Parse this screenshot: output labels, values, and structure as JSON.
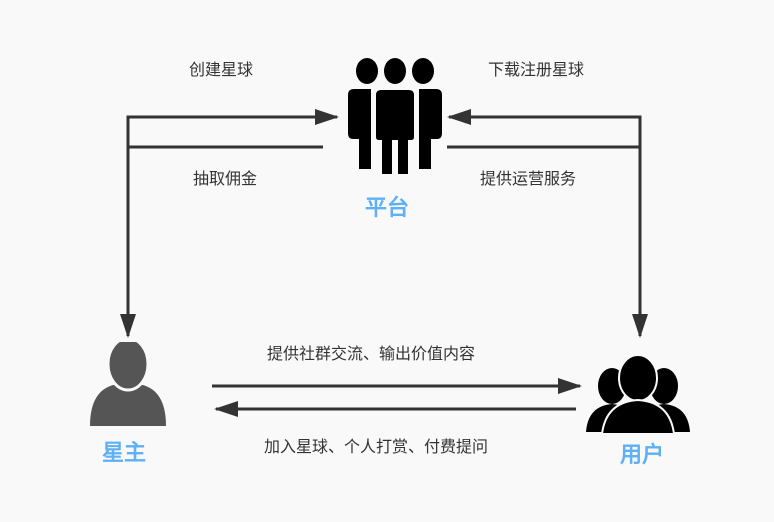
{
  "nodes": {
    "platform": {
      "name": "平台",
      "icon": "group-people-icon"
    },
    "owner": {
      "name": "星主",
      "icon": "person-icon"
    },
    "user": {
      "name": "用户",
      "icon": "users-icon"
    }
  },
  "edges": {
    "create_planet": "创建星球",
    "take_commission": "抽取佣金",
    "download_register": "下载注册星球",
    "provide_operation": "提供运营服务",
    "provide_content": "提供社群交流、输出价值内容",
    "join_tip_ask": "加入星球、个人打赏、付费提问"
  },
  "colors": {
    "accent": "#5fb0f4",
    "line": "#333333",
    "icon_dark": "#000000",
    "icon_gray": "#555555"
  }
}
